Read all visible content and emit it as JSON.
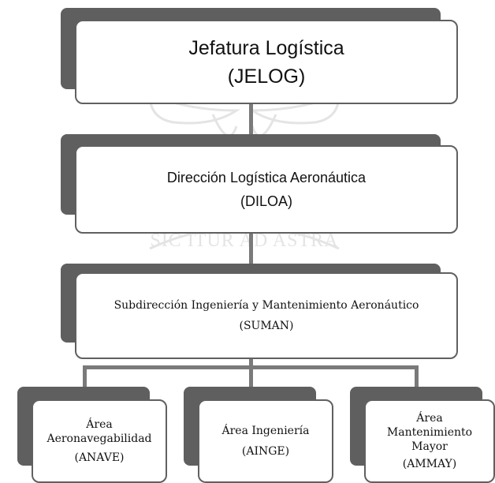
{
  "nodes": {
    "jelog": {
      "name": "Jefatura Logística",
      "code": "(JELOG)"
    },
    "diloa": {
      "name": "Dirección Logística Aeronáutica",
      "code": "(DILOA)"
    },
    "suman": {
      "name": "Subdirección Ingeniería y Mantenimiento Aeronáutico",
      "code": "(SUMAN)"
    },
    "anave": {
      "name_line1": "Área",
      "name_line2": "Aeronavegabilidad",
      "code": "(ANAVE)"
    },
    "ainge": {
      "name": "Área Ingeniería",
      "code": "(AINGE)"
    },
    "ammay": {
      "name_line1": "Área",
      "name_line2": "Mantenimiento",
      "name_line3": "Mayor",
      "code": "(AMMAY)"
    }
  },
  "watermark": {
    "motto": "SIC ITUR AD ASTRA"
  },
  "colors": {
    "shadow": "#5f5f5f",
    "border": "#606060",
    "connector": "#7a7a7a"
  }
}
